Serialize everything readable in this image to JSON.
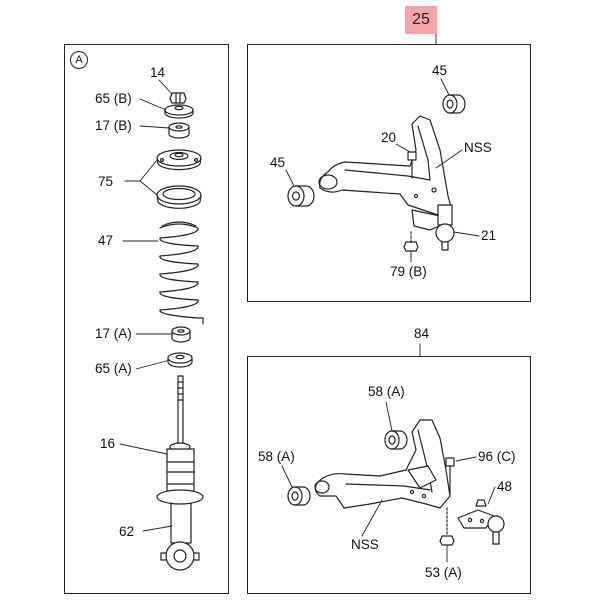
{
  "panel_a": {
    "marker": "A",
    "labels": {
      "nut": "14",
      "upper_washer": "65 (B)",
      "upper_bushing": "17 (B)",
      "mount": "75",
      "spring": "47",
      "lower_bushing": "17 (A)",
      "lower_washer": "65 (A)",
      "shock": "16",
      "shock_body": "62"
    }
  },
  "upper_arm": {
    "group_number": "25",
    "highlight_color": "#f4a6a6",
    "labels": {
      "bushing_rear": "45",
      "bushing_front": "45",
      "bolt": "20",
      "arm_nss": "NSS",
      "ball_joint": "21",
      "nut": "79 (B)"
    }
  },
  "lower_arm": {
    "group_number": "84",
    "labels": {
      "bushing_rear": "58 (A)",
      "bushing_front": "58 (A)",
      "bolt": "96 (C)",
      "ball_joint": "48",
      "arm_nss": "NSS",
      "nut": "53 (A)"
    }
  }
}
